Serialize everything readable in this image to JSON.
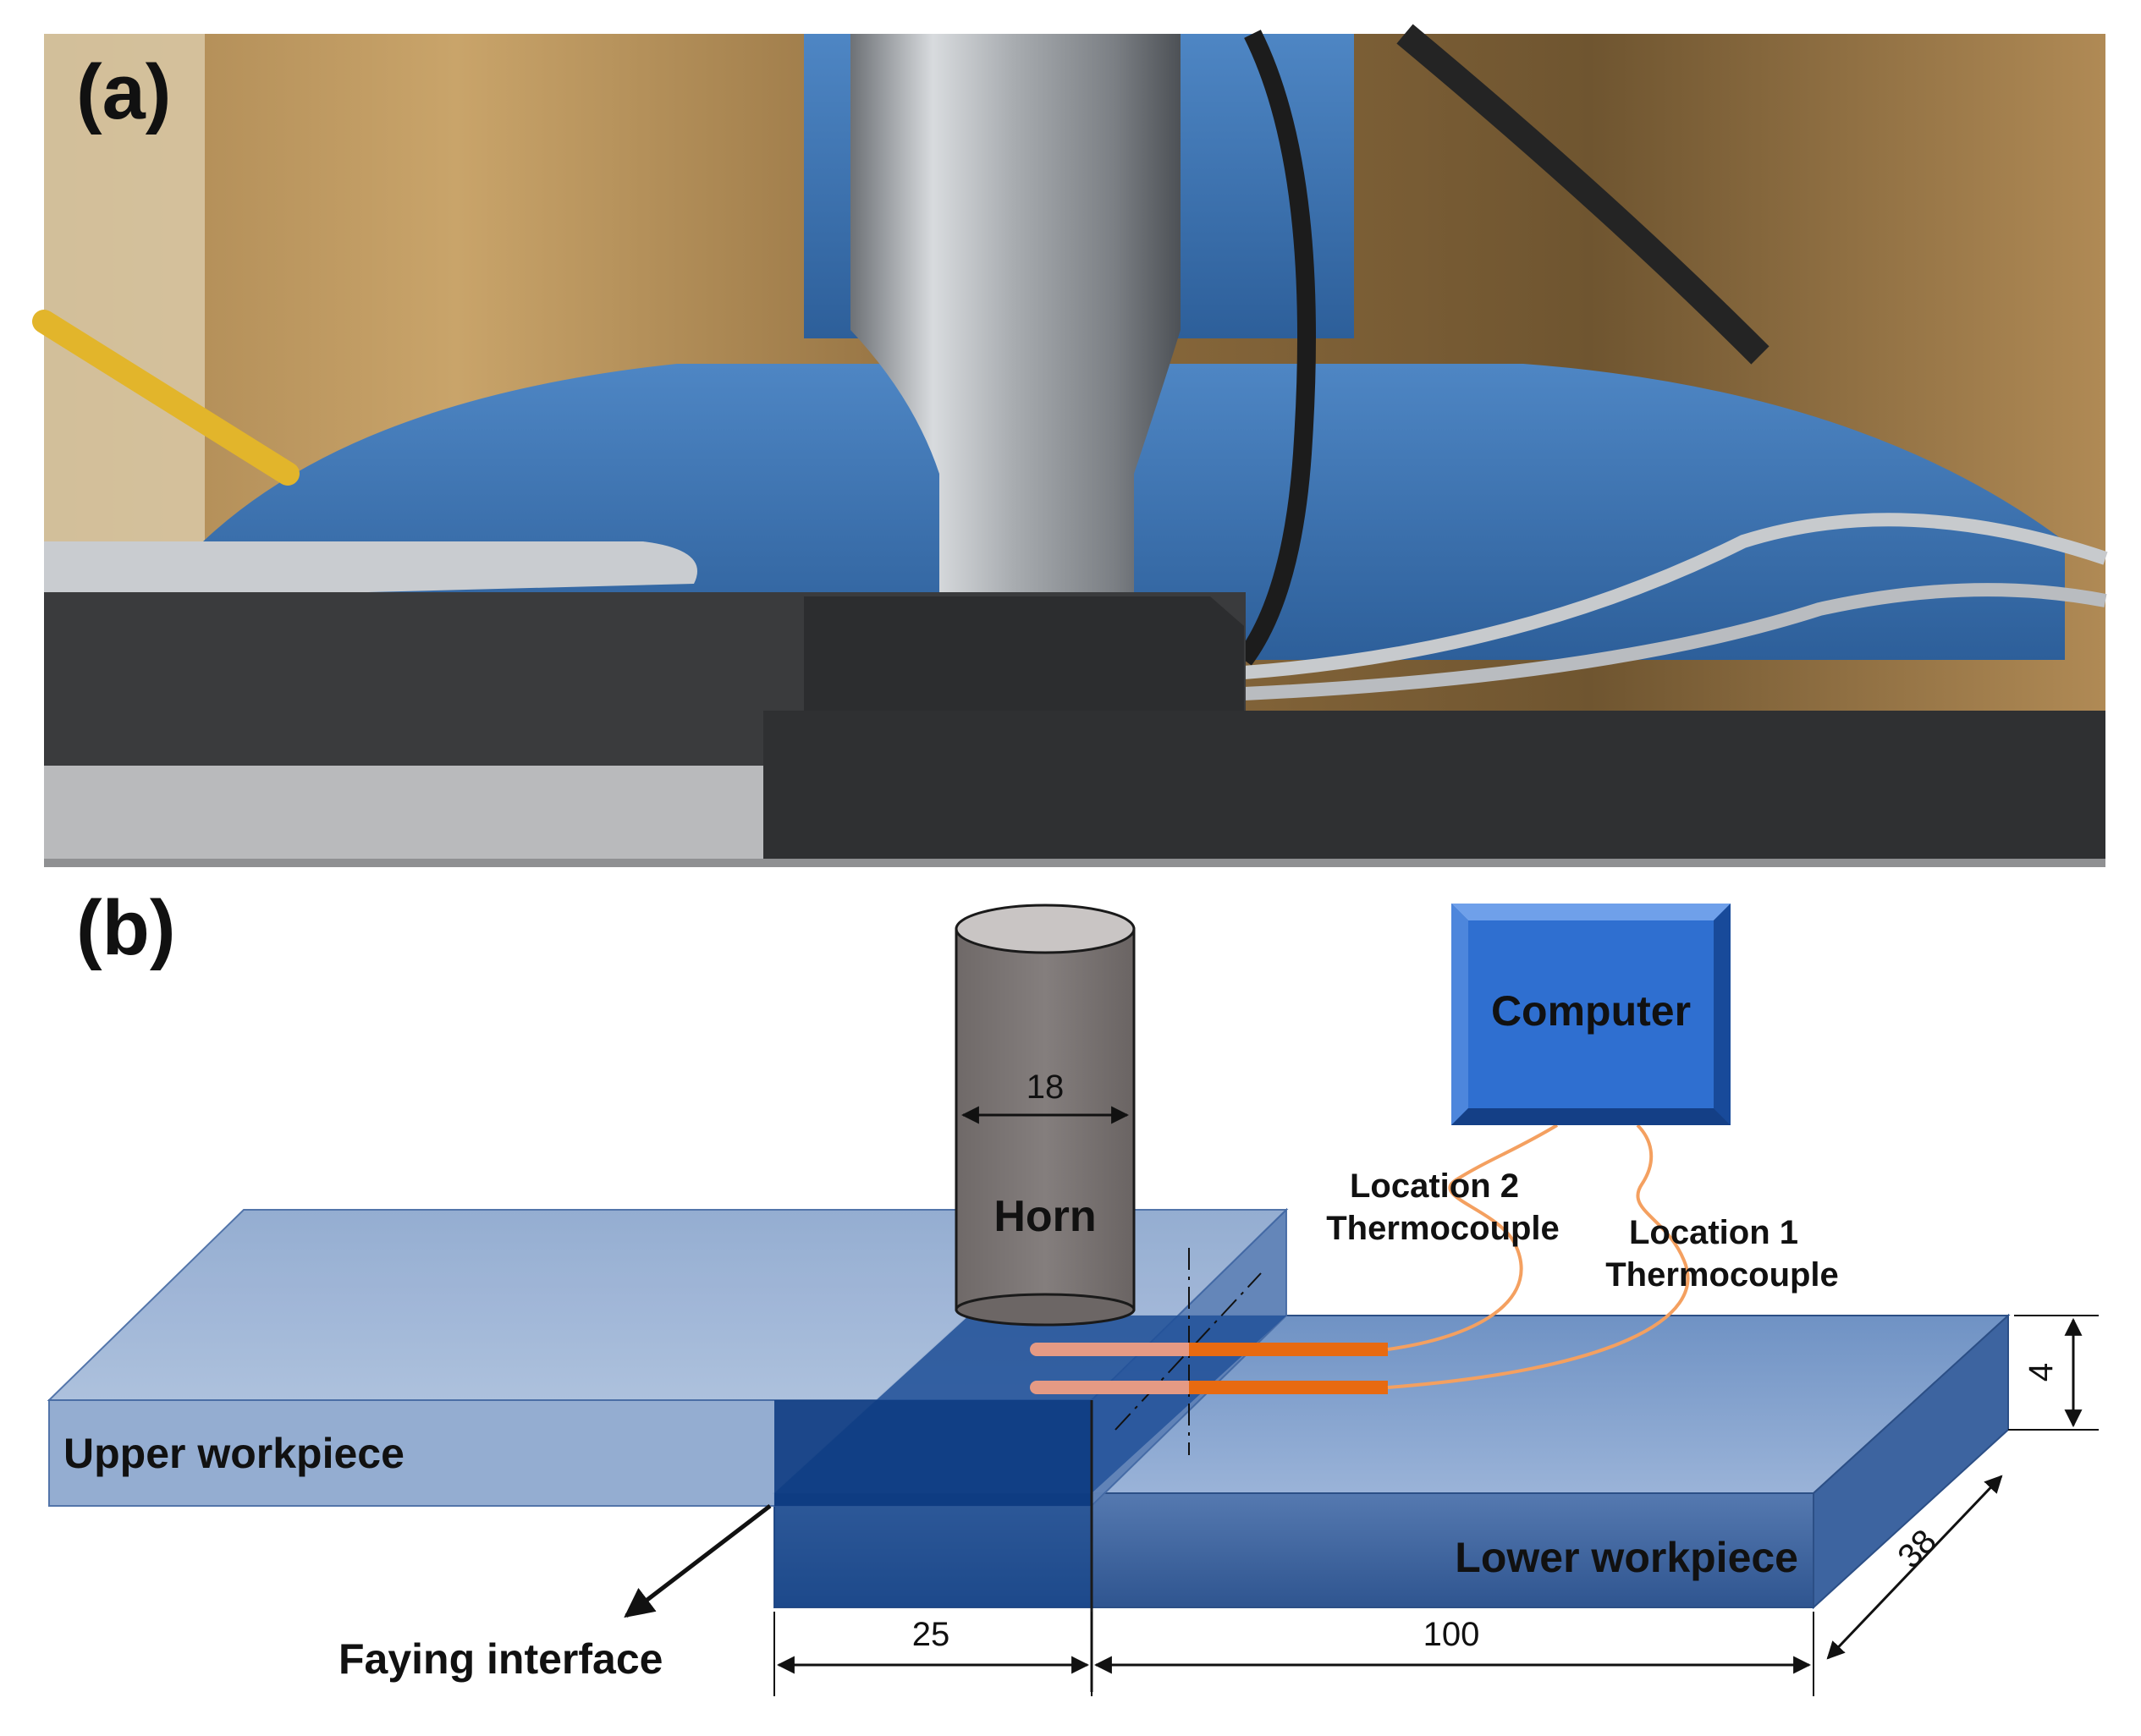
{
  "panels": {
    "a": {
      "label": "(a)"
    },
    "b": {
      "label": "(b)"
    }
  },
  "labels": {
    "horn": "Horn",
    "computer": "Computer",
    "location2": "Location 2",
    "location1": "Location 1",
    "thermocouple": "Thermocouple",
    "upper_workpiece": "Upper workpiece",
    "lower_workpiece": "Lower workpiece",
    "faying_interface": "Faying interface"
  },
  "dimensions": {
    "horn_diameter": "18",
    "overlap": "25",
    "lower_length": "100",
    "width": "38",
    "thickness": "4"
  },
  "colors": {
    "workpiece_blue": "#3d6fb0",
    "overlap_blue": "#0f3f86",
    "computer_blue": "#2f6fd0",
    "horn_gray": "#7a7574",
    "thermocouple_orange": "#e86a10",
    "wire_orange": "#f4a060"
  }
}
